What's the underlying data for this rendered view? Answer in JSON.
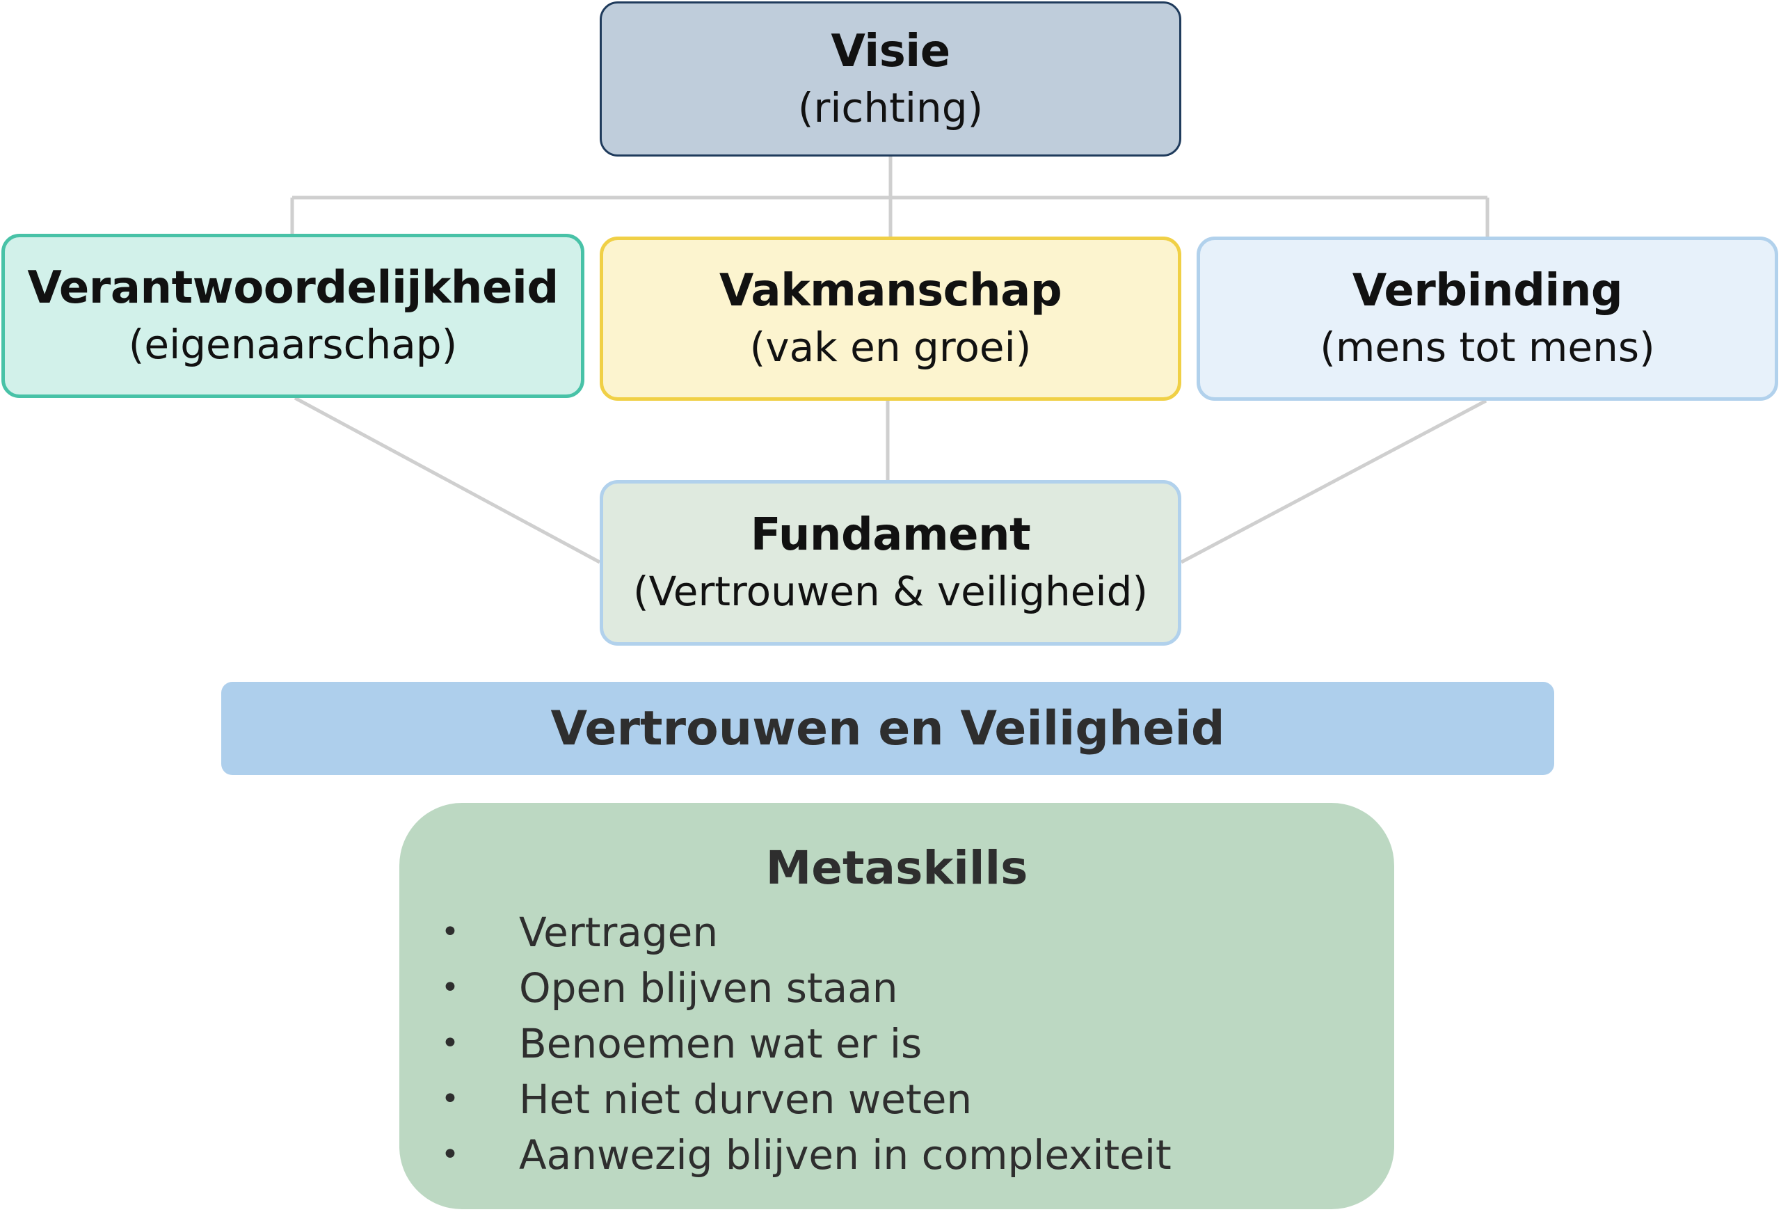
{
  "diagram": {
    "visie": {
      "title": "Visie",
      "subtitle": "(richting)"
    },
    "pillars": [
      {
        "title": "Verantwoordelijkheid",
        "subtitle": "(eigenaarschap)"
      },
      {
        "title": "Vakmanschap",
        "subtitle": "(vak en groei)"
      },
      {
        "title": "Verbinding",
        "subtitle": "(mens tot mens)"
      }
    ],
    "fundament": {
      "title": "Fundament",
      "subtitle": "(Vertrouwen & veiligheid)"
    },
    "band": {
      "label": "Vertrouwen en Veiligheid"
    },
    "metaskills": {
      "title": "Metaskills",
      "bullet": "•",
      "items": [
        "Vertragen",
        "Open blijven staan",
        "Benoemen wat er is",
        "Het niet durven weten",
        "Aanwezig blijven in complexiteit"
      ]
    }
  },
  "colors": {
    "connector": "#cfcfcf",
    "visie_fill": "#bfcddb",
    "visie_border": "#1f3b5c",
    "verantwoordelijkheid_fill": "#d2f1ea",
    "verantwoordelijkheid_border": "#48c2a7",
    "vakmanschap_fill": "#fcf4cf",
    "vakmanschap_border": "#f0d046",
    "verbinding_fill": "#e7f1fa",
    "verbinding_border": "#b1d1ec",
    "fundament_fill": "#dfeadf",
    "fundament_border": "#b1d1ec",
    "band_fill": "#aecfec",
    "metaskills_fill": "#bcd8c2"
  }
}
